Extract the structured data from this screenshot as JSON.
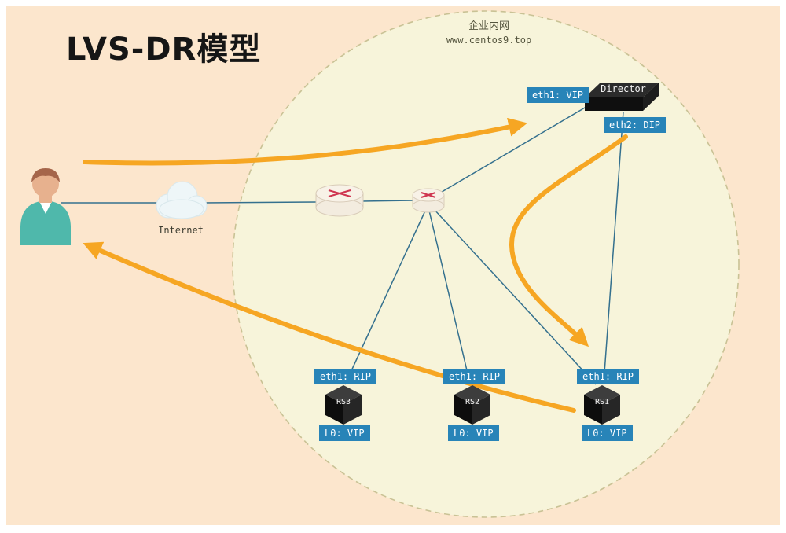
{
  "title": "LVS-DR模型",
  "intranet": {
    "label": "企业内网",
    "url": "www.centos9.top"
  },
  "internet_label": "Internet",
  "director": {
    "name": "Director",
    "eth1_badge": "eth1: VIP",
    "eth2_badge": "eth2: DIP"
  },
  "servers": [
    {
      "name": "RS3",
      "eth_badge": "eth1: RIP",
      "lo_badge": "L0: VIP"
    },
    {
      "name": "RS2",
      "eth_badge": "eth1: RIP",
      "lo_badge": "L0: VIP"
    },
    {
      "name": "RS1",
      "eth_badge": "eth1: RIP",
      "lo_badge": "L0: VIP"
    }
  ],
  "colors": {
    "background": "#fce6cd",
    "intranet_fill": "#f7f4da",
    "intranet_border": "#c9c295",
    "badge_blue": "#2884b8",
    "arrow_orange": "#f6a623",
    "line_blue": "#34708e"
  }
}
